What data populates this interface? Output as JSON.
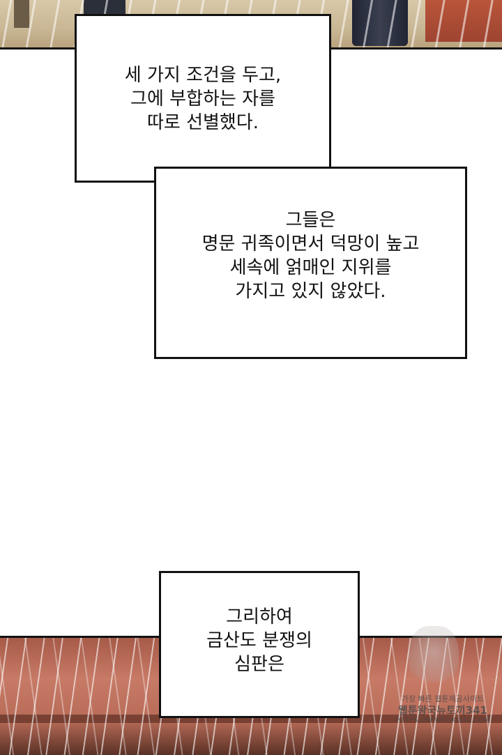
{
  "bubbles": [
    {
      "lines": [
        "세 가지 조건을 두고,",
        "그에 부합하는 자를",
        "따로 선별했다."
      ]
    },
    {
      "lines": [
        "그들은",
        "명문 귀족이면서 덕망이 높고",
        "세속에 얽매인 지위를",
        "가지고 있지 않았다."
      ]
    },
    {
      "lines": [
        "그리하여",
        "금산도 분쟁의",
        "심판은"
      ]
    }
  ],
  "watermark": {
    "line1": "가장 빠른 웹툰제공사이트",
    "line2": "웹툰왕국뉴토끼341",
    "line3": "HTTPS://NEWTOKI341.COM"
  }
}
